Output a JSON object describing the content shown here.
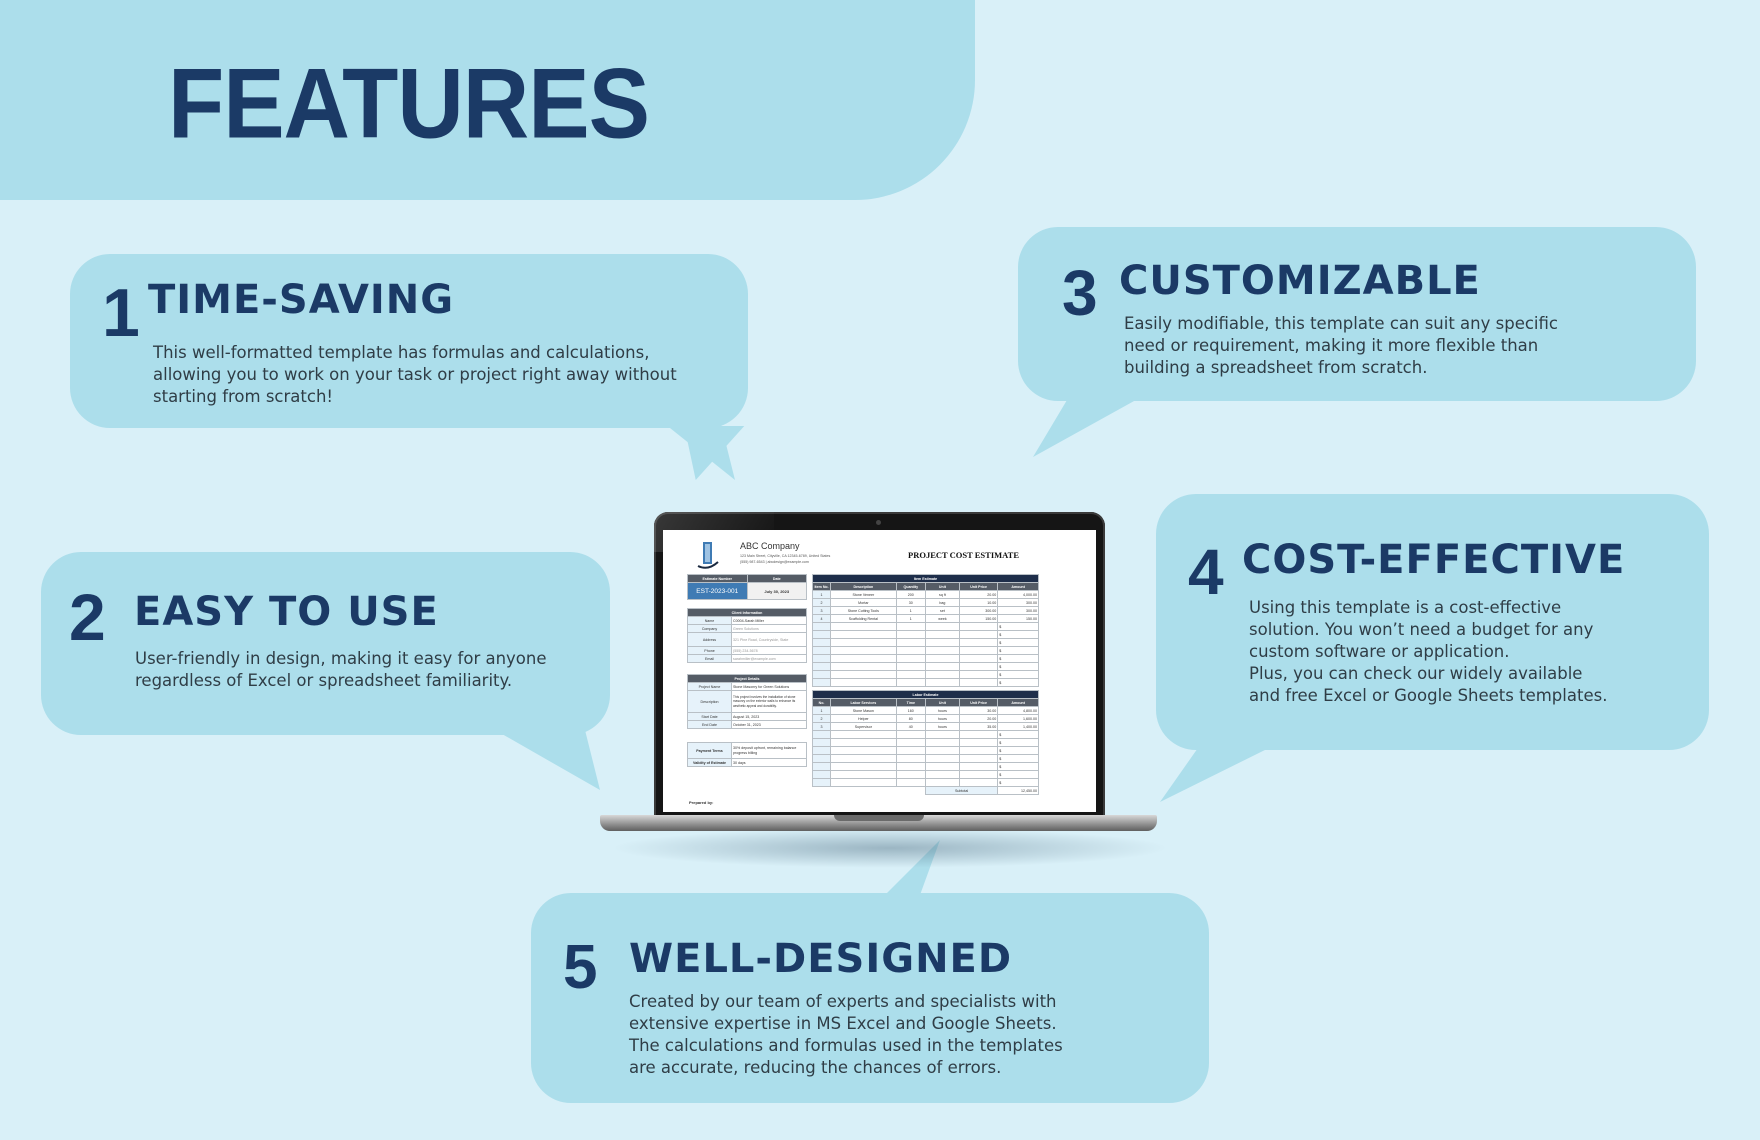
{
  "header": {
    "title": "FEATURES"
  },
  "features": [
    {
      "number": "1",
      "title": "TIME-SAVING",
      "description_lines": [
        "This well-formatted template has formulas and calculations,",
        "allowing you to work on your task or project right away without",
        "starting from scratch!"
      ]
    },
    {
      "number": "2",
      "title": "EASY TO USE",
      "description_lines": [
        "User-friendly in design, making it easy for anyone",
        "regardless of Excel or spreadsheet familiarity."
      ]
    },
    {
      "number": "3",
      "title": "CUSTOMIZABLE",
      "description_lines": [
        "Easily modifiable, this template can suit any specific",
        "need or requirement, making it more flexible than",
        "building a spreadsheet from scratch."
      ]
    },
    {
      "number": "4",
      "title": "COST-EFFECTIVE",
      "description_lines": [
        "Using this template is a cost-effective",
        "solution. You won’t need a budget for any",
        "custom software or application.",
        "Plus, you can check our widely available",
        "and free Excel or Google Sheets templates."
      ]
    },
    {
      "number": "5",
      "title": "WELL-DESIGNED",
      "description_lines": [
        "Created by our team of experts and specialists with",
        "extensive expertise in MS Excel and Google Sheets.",
        "The calculations and formulas used in the templates",
        "are accurate, reducing the chances of errors."
      ]
    }
  ],
  "spreadsheet": {
    "company_name": "ABC Company",
    "address_line": "123 Main Street, Cityville, CA 12345-6789, United States",
    "contact_line": "(555) 987-6543 | abcdesign@example.com",
    "title": "PROJECT COST ESTIMATE",
    "estimate_number_label": "Estimate Number",
    "date_label": "Date",
    "estimate_number": "EST-2023-001",
    "date": "July 30, 2023",
    "client_info_header": "Client Information",
    "client": [
      {
        "label": "Name",
        "value": "C0004-Sarah Miller"
      },
      {
        "label": "Company",
        "value": "Green Solutions"
      },
      {
        "label": "Address",
        "value": "321 Pine Road, Countryside, State"
      },
      {
        "label": "Phone",
        "value": "(555) 234-5678"
      },
      {
        "label": "Email",
        "value": "sarahmiller@example.com"
      }
    ],
    "project_details_header": "Project Details",
    "project": [
      {
        "label": "Project Name",
        "value": "Stone Masonry for Green Solutions"
      },
      {
        "label": "Description",
        "value": "This project involves the installation of stone masonry on the exterior walls to enhance its aesthetic appeal and durability."
      },
      {
        "label": "Start Date",
        "value": "August 15, 2023"
      },
      {
        "label": "End Date",
        "value": "October 31, 2023"
      }
    ],
    "terms": [
      {
        "label": "Payment Terms",
        "value": "30% deposit upfront, remaining balance progress billing"
      },
      {
        "label": "Validity of Estimate",
        "value": "30 days"
      }
    ],
    "prepared_by_label": "Prepared by:",
    "item_estimate": {
      "header": "Item Estimate",
      "columns": [
        "Item No.",
        "Description",
        "Quantity",
        "Unit",
        "Unit Price",
        "Amount"
      ],
      "rows": [
        [
          "1",
          "Stone Veneer",
          "200",
          "sq ft",
          "20.00",
          "4,000.00"
        ],
        [
          "2",
          "Mortar",
          "30",
          "bag",
          "10.00",
          "300.00"
        ],
        [
          "3",
          "Stone Cutting Tools",
          "1",
          "set",
          "300.00",
          "300.00"
        ],
        [
          "4",
          "Scaffolding Rental",
          "1",
          "week",
          "150.00",
          "150.00"
        ]
      ],
      "empty_rows": 8
    },
    "labor_estimate": {
      "header": "Labor Estimate",
      "columns": [
        "No.",
        "Labor Services",
        "Time",
        "Unit",
        "Unit Price",
        "Amount"
      ],
      "rows": [
        [
          "1",
          "Stone Mason",
          "160",
          "hours",
          "30.00",
          "4,800.00"
        ],
        [
          "2",
          "Helper",
          "80",
          "hours",
          "20.00",
          "1,600.00"
        ],
        [
          "3",
          "Supervisor",
          "40",
          "hours",
          "35.00",
          "1,400.00"
        ]
      ],
      "empty_rows": 7
    },
    "subtotal_label": "Subtotal",
    "subtotal_value": "12,450.00",
    "currency": "$",
    "empty_amount": "-"
  },
  "colors": {
    "background": "#d9f0f8",
    "bubble": "#acdeeb",
    "title": "#1b3a66",
    "body_text": "#2f3d46"
  }
}
